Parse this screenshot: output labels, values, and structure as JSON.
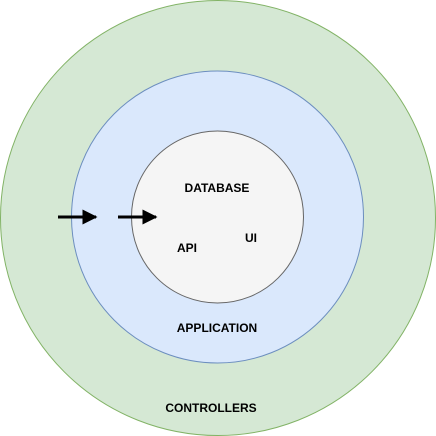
{
  "diagram": {
    "layers": {
      "outer": {
        "label": "CONTROLLERS",
        "fill": "#d5e8d4",
        "stroke": "#82b366"
      },
      "middle": {
        "label": "APPLICATION",
        "fill": "#dae8fc",
        "stroke": "#6c8ebf"
      },
      "inner": {
        "fill": "#f5f5f5",
        "stroke": "#666666"
      }
    },
    "inner_labels": {
      "database": "DATABASE",
      "api": "API",
      "ui": "UI"
    },
    "arrow_color": "#000000"
  }
}
